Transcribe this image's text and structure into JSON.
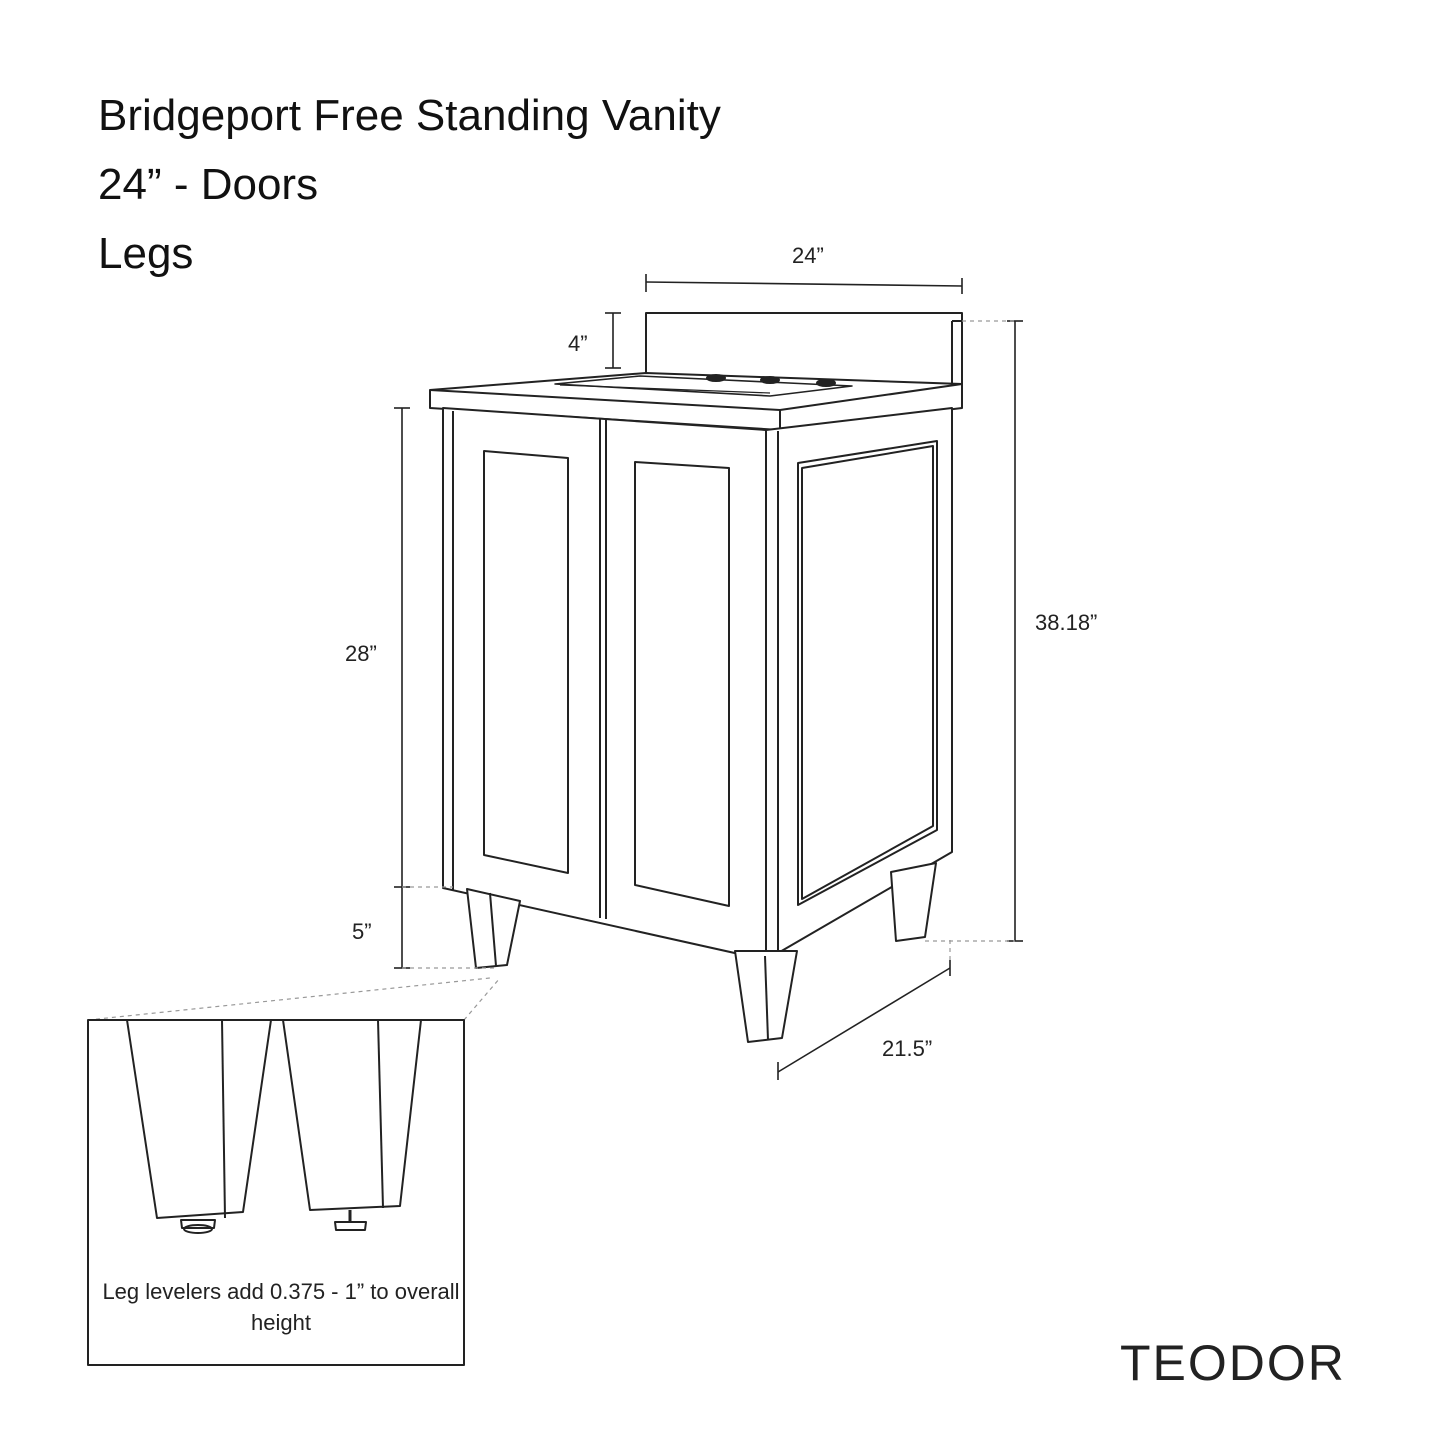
{
  "title": {
    "line1": "Bridgeport Free Standing Vanity",
    "line2": "24” - Doors",
    "line3": "Legs"
  },
  "dimensions": {
    "width": "24”",
    "backsplash": "4”",
    "cabinet_height": "28”",
    "leg_height": "5”",
    "overall_height": "38.18”",
    "depth": "21.5”"
  },
  "detail": {
    "note": "Leg levelers add 0.375 - 1” to overall height"
  },
  "brand": "TEODOR"
}
